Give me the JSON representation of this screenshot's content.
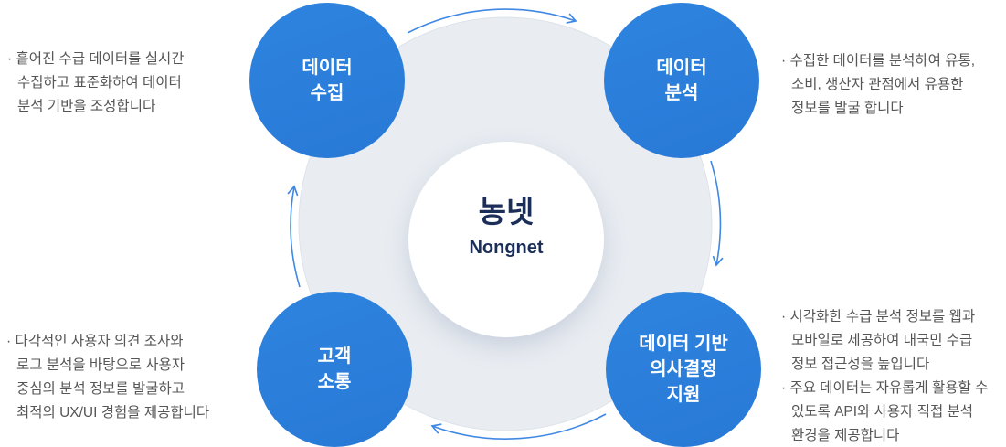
{
  "diagram": {
    "center": {
      "title_ko": "농넷",
      "title_en": "Nongnet"
    },
    "nodes": [
      {
        "id": "data-collection",
        "label": "데이터\n수집",
        "descriptions": [
          "· 흩어진 수급 데이터를 실시간\n수집하고 표준화하여 데이터\n분석 기반을 조성합니다"
        ]
      },
      {
        "id": "data-analysis",
        "label": "데이터\n분석",
        "descriptions": [
          "· 수집한 데이터를 분석하여 유통,\n소비, 생산자 관점에서 유용한\n정보를 발굴 합니다"
        ]
      },
      {
        "id": "customer-communication",
        "label": "고객\n소통",
        "descriptions": [
          "· 다각적인 사용자 의견 조사와\n로그 분석을 바탕으로 사용자\n중심의 분석 정보를 발굴하고\n최적의 UX/UI 경험을 제공합니다"
        ]
      },
      {
        "id": "decision-support",
        "label": "데이터 기반\n의사결정\n지원",
        "descriptions": [
          "· 시각화한 수급 분석 정보를 웹과\n모바일로 제공하여 대국민 수급\n정보 접근성을 높입니다",
          "· 주요 데이터는 자유롭게 활용할 수\n있도록 API와 사용자 직접 분석\n환경을 제공합니다"
        ]
      }
    ],
    "flow": "clockwise"
  },
  "colors": {
    "node_blue": "#2b80dc",
    "ring_fill": "#e9edf2",
    "ring_edge": "#dde3ea",
    "arrow": "#3f88e3",
    "center_bg": "#ffffff",
    "center_text": "#1b2e58",
    "node_label_text": "#ffffff",
    "desc_text": "#565656"
  }
}
